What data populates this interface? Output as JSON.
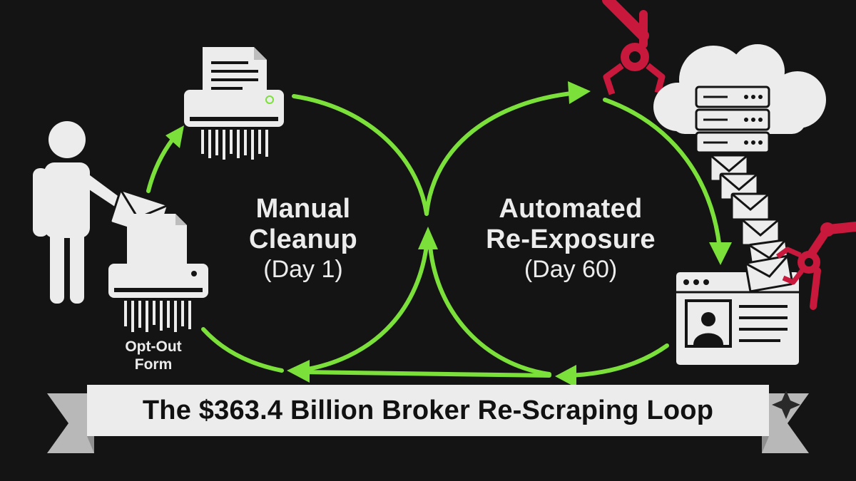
{
  "colors": {
    "background": "#141414",
    "arrow": "#7be03a",
    "robot_arm": "#c8183c",
    "icon_fill": "#ececec",
    "banner": "#ececec",
    "banner_ribbon": "#b8b8b8",
    "banner_text": "#111111"
  },
  "left_loop": {
    "title_line1": "Manual",
    "title_line2": "Cleanup",
    "subtitle": "(Day 1)"
  },
  "right_loop": {
    "title_line1": "Automated",
    "title_line2": "Re-Exposure",
    "subtitle": "(Day 60)"
  },
  "person_caption_line1": "Opt-Out",
  "person_caption_line2": "Form",
  "banner": {
    "title": "The $363.4 Billion Broker Re-Scraping Loop"
  },
  "icons": [
    "person-icon",
    "envelope-icon",
    "document-icon",
    "shredder-icon",
    "cloud-icon",
    "server-icon",
    "robot-arm-icon",
    "profile-card-icon",
    "sparkle-icon"
  ]
}
